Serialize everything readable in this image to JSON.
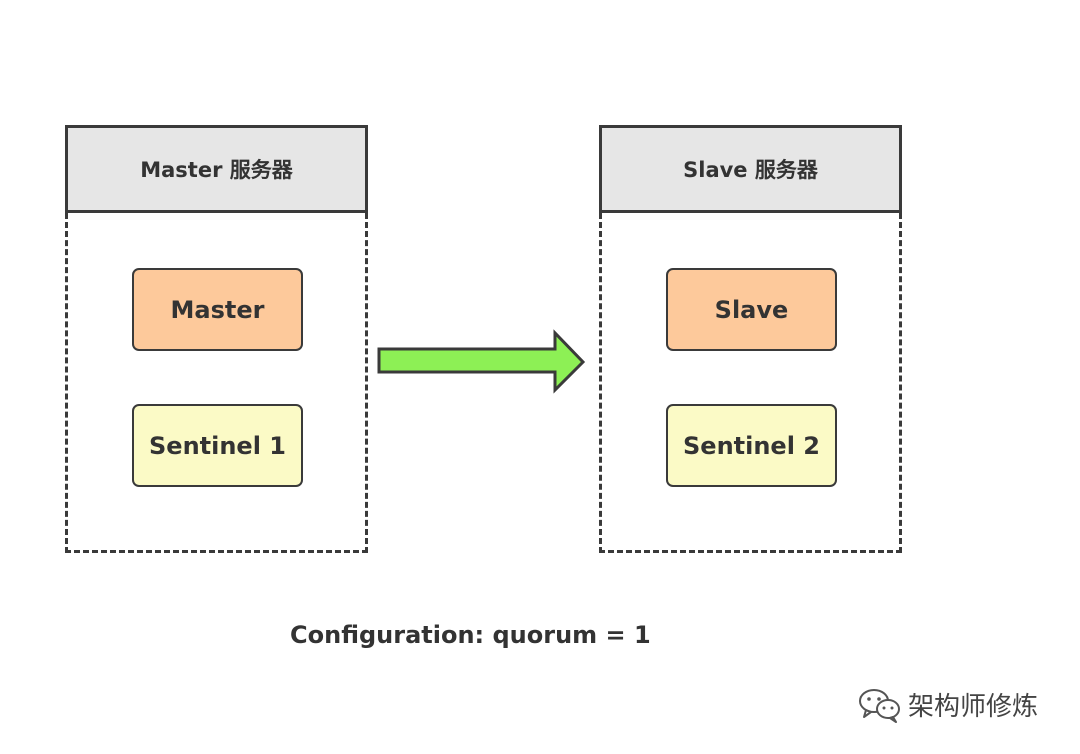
{
  "servers": {
    "master": {
      "header": "Master 服务器",
      "role": "Master",
      "sentinel": "Sentinel 1"
    },
    "slave": {
      "header": "Slave 服务器",
      "role": "Slave",
      "sentinel": "Sentinel 2"
    }
  },
  "arrow": {
    "direction": "master-to-slave",
    "fill_color": "#8df055",
    "stroke_color": "#3a3a3a"
  },
  "colors": {
    "header_bg": "#e6e6e6",
    "role_bg": "#fdc99b",
    "sentinel_bg": "#fbfac6",
    "border": "#3a3a3a"
  },
  "config_text": "Configuration: quorum = 1",
  "watermark": {
    "icon": "wechat-icon",
    "text": "架构师修炼"
  }
}
